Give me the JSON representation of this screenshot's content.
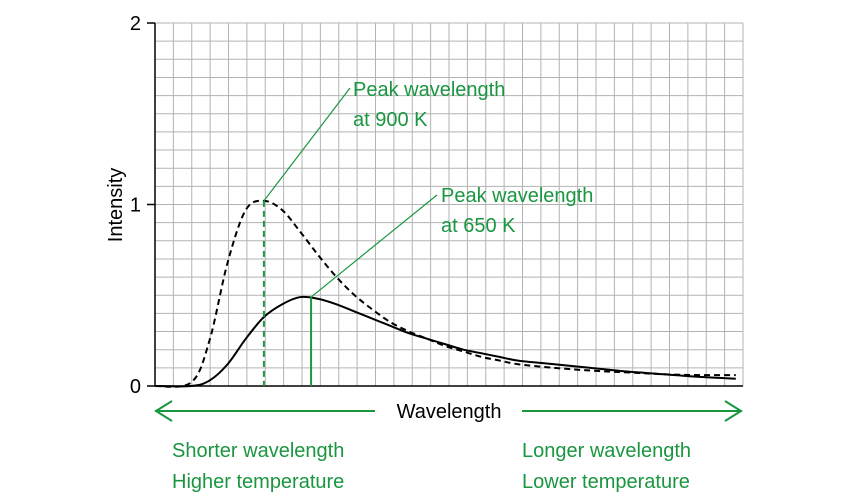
{
  "chart_data": {
    "type": "line",
    "ylabel": "Intensity",
    "xlabel": "Wavelength",
    "ylim": [
      0,
      2
    ],
    "y_ticks": [
      "0",
      "1",
      "2"
    ],
    "grid": true,
    "series": [
      {
        "style": "dashed",
        "color": "#000000",
        "x": [
          0,
          2,
          3,
          4,
          5,
          6,
          7,
          8,
          9,
          10,
          11,
          12,
          13,
          14,
          15,
          16,
          17,
          18,
          19,
          20,
          22,
          24,
          26,
          28,
          30,
          32
        ],
        "y": [
          0,
          0.02,
          0.25,
          0.68,
          0.97,
          1.02,
          0.97,
          0.85,
          0.72,
          0.6,
          0.5,
          0.42,
          0.35,
          0.3,
          0.26,
          0.22,
          0.19,
          0.16,
          0.14,
          0.12,
          0.1,
          0.085,
          0.075,
          0.065,
          0.06,
          0.06
        ]
      },
      {
        "style": "solid",
        "color": "#000000",
        "x": [
          0,
          2,
          3,
          4,
          5,
          6,
          7,
          8,
          9,
          10,
          11,
          12,
          13,
          14,
          15,
          16,
          17,
          18,
          19,
          20,
          22,
          24,
          26,
          28,
          30,
          32
        ],
        "y": [
          0,
          0,
          0.03,
          0.12,
          0.26,
          0.38,
          0.45,
          0.49,
          0.48,
          0.45,
          0.41,
          0.37,
          0.33,
          0.29,
          0.26,
          0.23,
          0.2,
          0.18,
          0.16,
          0.14,
          0.12,
          0.1,
          0.08,
          0.065,
          0.05,
          0.04
        ]
      }
    ],
    "peak_markers": [
      {
        "x": 6,
        "y": 1.02,
        "style": "dashed",
        "label_line1": "Peak wavelength",
        "label_line2": "at 900 K"
      },
      {
        "x": 8.6,
        "y": 0.49,
        "style": "solid",
        "label_line1": "Peak wavelength",
        "label_line2": "at 650 K"
      }
    ],
    "bottom_left_line1": "Shorter wavelength",
    "bottom_left_line2": "Higher temperature",
    "bottom_right_line1": "Longer wavelength",
    "bottom_right_line2": "Lower temperature",
    "accent_color": "#1a9641"
  }
}
